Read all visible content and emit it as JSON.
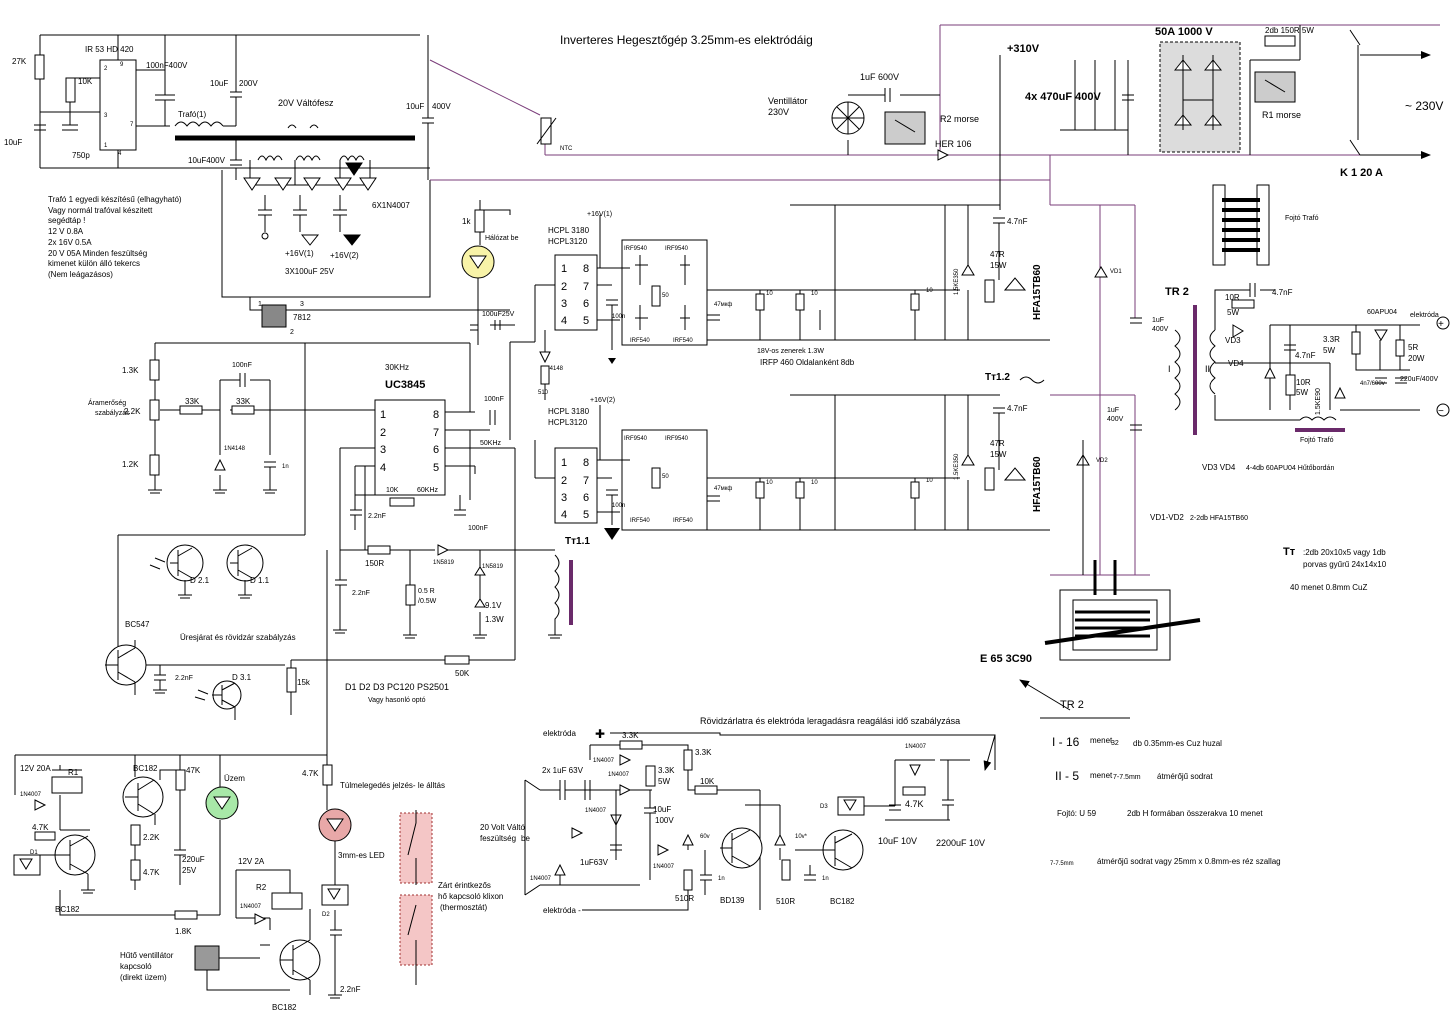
{
  "title": "Inverteres Hegesztőgép 3.25mm-es elektródáig",
  "top_left": {
    "ic": "IR 53 HD 420",
    "r27k": "27K",
    "r10k": "10K",
    "c100n400": "100nF400V",
    "c10u400": "10uF\n400V",
    "c750p": "750p",
    "pin2": "2",
    "pin9": "9",
    "pin3": "3",
    "pin7": "7",
    "pin1": "1",
    "pin4": "4",
    "trafo1": "Trafó(1)",
    "c10u200": "10uF",
    "v200": "200V",
    "c10uf400v_2": "10uF400V",
    "valtofesz": "20V Váltófesz",
    "c10uf_r": "10uF",
    "v400_r": "400V",
    "diodes": "6X1N4007",
    "p16v1": "+16V(1)",
    "p16v2": "+16V(2)",
    "caps3x": "3X100uF 25V",
    "note": [
      "Trafó 1 egyedi készítésű (elhagyható)",
      "Vagy normál trafóval készitett",
      "segédtáp !",
      "12 V 0.8A",
      "2x 16V 0.5A",
      "20 V  05A   Minden feszültség",
      "kimenet külön álló tekercs",
      "(Nem leágazásos)"
    ],
    "reg": "7812",
    "reg_pins": [
      "1",
      "3",
      "2"
    ]
  },
  "ntc_label": "NTC",
  "mains": {
    "p310": "+310V",
    "bridge": "50A 1000 V",
    "r2db": "2db 150R 5W",
    "caps": "4x 470uF 400V",
    "c1u600": "1uF 600V",
    "vent": "Ventillátor\n230V",
    "r2morse": "R2 morse",
    "her106": "HER 106",
    "r1morse": "R1  morse",
    "ac230": "~ 230V",
    "k120": "K 1 20 A"
  },
  "driver": {
    "r1k": "1k",
    "halozat": "Hálózat be",
    "c100uf25": "100uF25V",
    "p16v1": "+16V(1)",
    "p16v2": "+16V(2)",
    "hcpl_a": "HCPL 3180",
    "hcpl_b": "HCPL3120",
    "pins_l": [
      "1",
      "2",
      "3",
      "4"
    ],
    "pins_r": [
      "8",
      "7",
      "6",
      "5"
    ],
    "irf9540": "IRF9540",
    "irf540": "IRF540",
    "r50": "50",
    "c47": "47мкф",
    "c100n": "100n",
    "d1n4148": "1N4148",
    "r510": "510",
    "r10": "10",
    "zener_note": "18V-os zenerek 1.3W",
    "irfp": "IRFP 460  Oldalanként 8db",
    "c47nf": "4.7nF",
    "r47": "47R",
    "w15": "15W",
    "ke": "1.5KE350",
    "hfa": "HFA15TB60",
    "tt12": "Tт1.2",
    "tt11": "Tт1.1"
  },
  "uc": {
    "r13k": "1.3K",
    "r22k": "2.2K",
    "r12k": "1.2K",
    "aram": "Áramerőség\nszabályzás",
    "c100nf": "100nF",
    "r33k_a": "33K",
    "r33k_b": "33K",
    "d1n4148": "1N4148",
    "c1n": "1n",
    "khz30": "30KHz",
    "chip": "UC3845",
    "pins_l": [
      "1",
      "2",
      "3",
      "4"
    ],
    "pins_r": [
      "8",
      "7",
      "6",
      "5"
    ],
    "c100nf_r": "100nF",
    "khz50": "50KHz",
    "r10k": "10K",
    "khz60": "60KHz",
    "c22nf": "2.2nF",
    "c100nf_b": "100nF"
  },
  "idle": {
    "d21": "D 2.1",
    "d11": "D 1.1",
    "bc547": "BC547",
    "ures": "Üresjárat és rövidzár szabályzás",
    "c22nf": "2.2nF",
    "d31": "D 3.1",
    "r15k": "15k",
    "r150": "150R",
    "d1n5819_a": "1N5819",
    "d1n5819_b": "1N5819",
    "r05": "0.5 R\n/0.5W",
    "z91": "9.1V",
    "w13": "1.3W",
    "c22nf_b": "2.2nF",
    "r50k": "50K",
    "opto": "D1 D2 D3 PC120  PS2501",
    "opto2": "Vagy hasonló optó"
  },
  "output": {
    "tr2": "TR 2",
    "c1u400_a": "1uF\n400V",
    "c1u400_b": "1uF\n400V",
    "vd1": "VD1",
    "vd2": "VD2",
    "vd3": "VD3",
    "vd4": "VD4",
    "r10r5w": "10R\n5W",
    "c47nf": "4.7nF",
    "r33r": "3.3R\n5W",
    "c47nf_b": "4.7nF",
    "r10r_b": "10R\n5W",
    "apu": "60APU04",
    "r5r": "5R\n20W",
    "c4n7": "4n7/600v",
    "c220u": "220uF/400V",
    "ke90": "1.5KE90",
    "elektroda": "elektróda",
    "plus": "+",
    "minus": "−",
    "fojto": "Fojtó Trafó",
    "fojto2": "Fojtó Trafó",
    "vd34": "VD3 VD4",
    "vd34n": "4-4db 60APU04  Hűtőbordán",
    "vd12": "VD1-VD2",
    "vd12n": "2-2db HFA15TB60",
    "tt_head": "Tт",
    "tt_spec": ":2db 20x10x5      vagy 1db",
    "tt_spec2": "porvas gyűrű       24x14x10",
    "tt_spec3": "40 menet   0.8mm CuZ",
    "e65": "E 65  3C90",
    "tr2_b": "TR 2",
    "winding1": "I - 16",
    "winding1b": "menet",
    "winding1c": "32",
    "winding1d": "db 0.35mm-es Cuz huzal",
    "winding2": "II - 5",
    "winding2b": "menet",
    "winding2c": "7-7.5mm",
    "winding2d": "átmérőjű sodrat",
    "fojto_note": "Fojtó:  U 59",
    "fojto_note2": "2db H formában összerakva   10 menet",
    "fojto_note3": "7-7.5mm",
    "fojto_note4": "átmérőjű sodrat vagy 25mm x 0.8mm-es réz szallag"
  },
  "bottom_mid": {
    "title": "Rövidzárlatra és elektróda leragadásra reagálási idő szabályzása",
    "eplus": "elektróda",
    "eminus": "elektróda -",
    "r33k": "3.3K",
    "r33k_b": "3.3K",
    "r33k5w": "3.3K\n5W",
    "d1n4007s": "1N4007",
    "c1u63": "2x 1uF 63V",
    "c10u": "10uF\n100V",
    "c1uf63": "1uF63V",
    "v20": "20 Volt Váltó\nfeszültség be",
    "r10k": "10K",
    "z60": "60v",
    "z10": "10v*",
    "c1n": "1n",
    "r510": "510R",
    "r510b": "510R",
    "bd139": "BD139",
    "bc182": "BC182",
    "d3": "D3",
    "r47k": "4.7K",
    "c10u10": "10uF 10V",
    "c2200": "2200uF 10V"
  },
  "bottom_left": {
    "v12a20": "12V 20A",
    "r1": "R1",
    "bc182": "BC182",
    "r47k": "47K",
    "uzem": "Üzem",
    "r47k_b": "4.7K",
    "d1": "D1",
    "r22k": "2.2K",
    "r47k_c": "4.7K",
    "c220": "220uF\n25V",
    "bc182b": "BC182",
    "r18k": "1.8K",
    "v12a2": "12V 2A",
    "r2": "R2",
    "d1n4007": "1N4007",
    "d1n4007b": "1N4007",
    "huto": "Hűtő ventillátor\nkapcsoló\n(direkt üzem)",
    "bc182c": "BC182",
    "r47k_d": "4.7K",
    "tulmel": "Túlmelegedés jelzés- le álltás",
    "led3": "3mm-es LED",
    "d2": "D2",
    "c22nf": "2.2nF",
    "klixon": "Zárt érintkezős\nhő kapcsoló klixon\n(thermosztát)"
  }
}
